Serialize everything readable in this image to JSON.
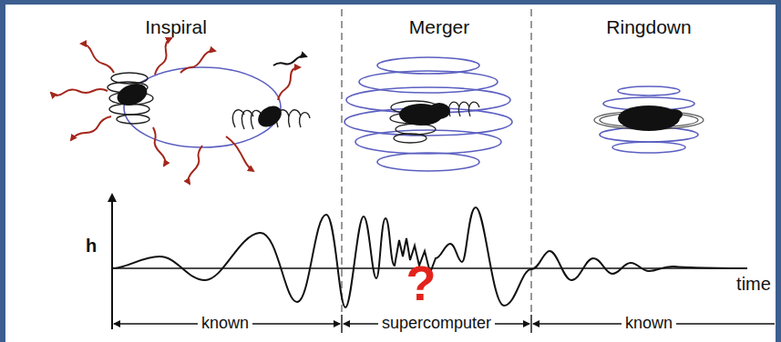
{
  "diagram": {
    "labels": [
      "Inspiral",
      "Merger",
      "Ringdown",
      "h",
      "?",
      "time",
      "known",
      "supercomputer",
      "known"
    ]
  }
}
